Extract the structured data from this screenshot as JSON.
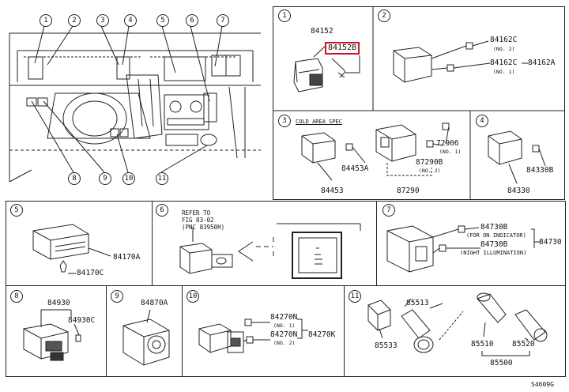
{
  "callouts": [
    "1",
    "2",
    "3",
    "4",
    "5",
    "6",
    "7",
    "8",
    "9",
    "10",
    "11"
  ],
  "p1": {
    "num": "1",
    "part_a": "84152",
    "part_b": "84152B"
  },
  "p2": {
    "num": "2",
    "a": "84162C",
    "a_note": "(NO. 2)",
    "b": "84162C",
    "b_note": "(NO. 1)",
    "c": "84162A"
  },
  "p3": {
    "num": "3",
    "note": "COLD AREA SPEC",
    "a": "84453A",
    "b": "84453",
    "c": "72906",
    "c_note": "(NO. 1)",
    "d": "87290B",
    "d_note": "(NO. 2)",
    "e": "87290"
  },
  "p4": {
    "num": "4",
    "a": "84330B",
    "b": "84330"
  },
  "p5": {
    "num": "5",
    "a": "84170A",
    "b": "84170C"
  },
  "p6": {
    "num": "6",
    "ref1": "REFER TO",
    "ref2": "FIG 83-02",
    "ref3": "(PNC 83950H)"
  },
  "p7": {
    "num": "7",
    "a": "84730B",
    "a_note": "(FOR ON INDICATOR)",
    "b": "84730B",
    "b_note": "(NIGHT ILLUMINATION)",
    "c": "84730"
  },
  "p8": {
    "num": "8",
    "a": "84930",
    "b": "84930C"
  },
  "p9": {
    "num": "9",
    "a": "84870A"
  },
  "p10": {
    "num": "10",
    "a": "84270N",
    "a_note": "(NO. 1)",
    "b": "84270N",
    "b_note": "(NO. 2)",
    "c": "84270K"
  },
  "p11": {
    "num": "11",
    "a": "85513",
    "b": "85533",
    "c": "85510",
    "d": "85520",
    "e": "85500"
  },
  "footer": {
    "code": "S4609G"
  }
}
